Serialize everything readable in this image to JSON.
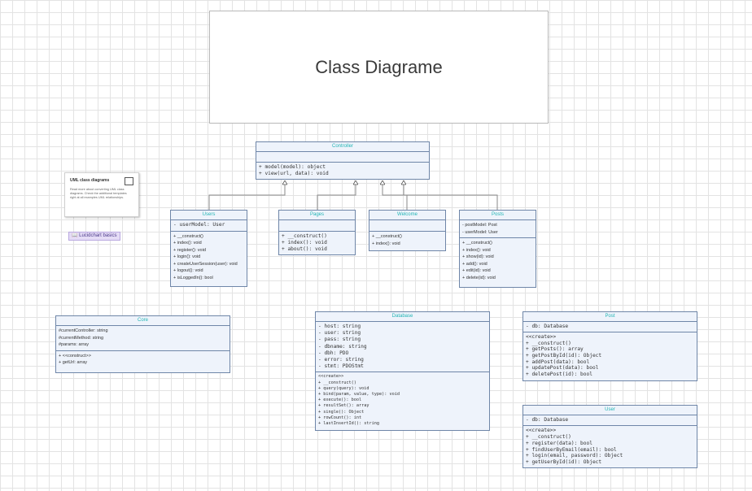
{
  "title": "Class Diagrame",
  "note": {
    "title": "UML class diagrams",
    "body": "Read more about converting UML class diagrams. Check the additional templates right at all examples UML relationships."
  },
  "tag_label": "📖 Lucidchart basics",
  "classes": {
    "controller": {
      "name": "Controller",
      "attributes": [],
      "methods": [
        "+ model(model): object",
        "+ view(url, data): void"
      ]
    },
    "users": {
      "name": "Users",
      "attributes": [
        "- userModel: User"
      ],
      "methods": [
        "+ __construct()",
        "+ index(): void",
        "+ register(): void",
        "+ login(): void",
        "+ createUserSession(user): void",
        "+ logout(): void",
        "+ isLoggedIn(): bool"
      ]
    },
    "pages": {
      "name": "Pages",
      "attributes": [],
      "methods": [
        "+ __construct()",
        "+ index(): void",
        "+ about(): void"
      ]
    },
    "welcome": {
      "name": "Welcome",
      "attributes": [],
      "methods": [
        "+ __construct()",
        "+ index(): void"
      ]
    },
    "posts": {
      "name": "Posts",
      "attributes": [
        "- postModel: Post",
        "- userModel: User"
      ],
      "methods": [
        "+ __construct()",
        "+ index(): void",
        "+ show(id): void",
        "+ add(): void",
        "+ edit(id): void",
        "+ delete(id): void"
      ]
    },
    "core": {
      "name": "Core",
      "attributes": [
        "#currentController: string",
        "#currentMethod: string",
        "#params: array"
      ],
      "methods": [
        "+ <<construct>>",
        "+ getUrl: array"
      ]
    },
    "database": {
      "name": "Database",
      "attributes": [
        "- host: string",
        "- user: string",
        "- pass: string",
        "- dbname: string",
        "- dbh: PDO",
        "- error: string",
        "- stmt: PDOStmt"
      ],
      "methods": [
        "<<create>>",
        "+ __construct()",
        "+ query(query): void",
        "+ bind(param, value, type): void",
        "+ execute(): bool",
        "+ resultSet(): array",
        "+ single(): Object",
        "+ rowCount(): int",
        "+ lastInsertId(): string"
      ]
    },
    "post": {
      "name": "Post",
      "attributes": [
        "- db: Database"
      ],
      "methods": [
        "<<create>>",
        "+ __construct()",
        "+ getPosts(): array",
        "+ getPostById(id): Object",
        "+ addPost(data): bool",
        "+ updatePost(data): bool",
        "+ deletePost(id): bool"
      ]
    },
    "user": {
      "name": "User",
      "attributes": [
        "- db: Database"
      ],
      "methods": [
        "<<create>>",
        "+ __construct()",
        "+ register(data): bool",
        "+ findUserByEmail(email): bool",
        "+ login(email, password): Object",
        "+ getUserById(id): Object"
      ]
    }
  }
}
